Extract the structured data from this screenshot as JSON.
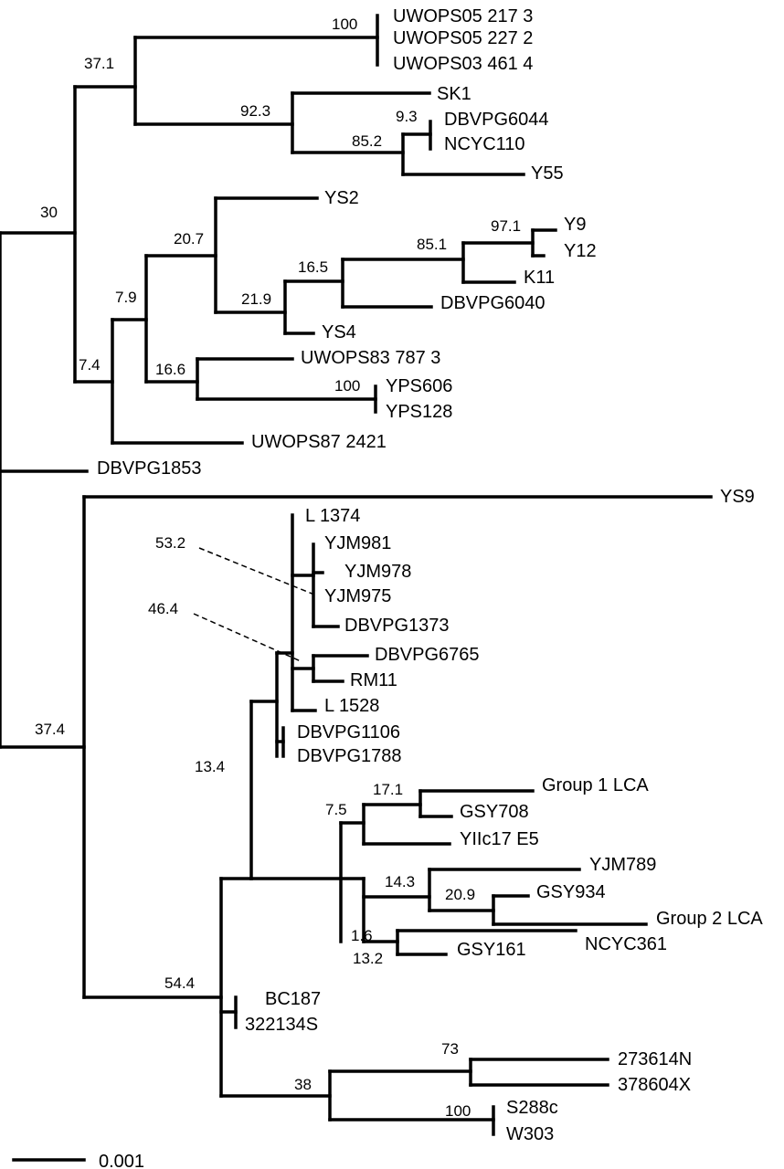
{
  "figure": {
    "type": "phylogenetic-tree",
    "scale_bar_label": "0.001"
  },
  "colors": {
    "default": "#000000",
    "new_isolate": "#d2372b",
    "ancestral": "#a855a0"
  },
  "tips": {
    "uwops05_217_3": "UWOPS05 217  3",
    "uwops05_227_2": "UWOPS05 227  2",
    "uwops03_461_4": "UWOPS03 461  4",
    "sk1": "SK1",
    "dbvpg6044": "DBVPG6044",
    "ncyc110": "NCYC110",
    "y55": "Y55",
    "ys2": "YS2",
    "y9": "Y9",
    "y12": "Y12",
    "k11": "K11",
    "dbvpg6040": "DBVPG6040",
    "ys4": "YS4",
    "uwops83_787_3": "UWOPS83  787  3",
    "yps606": "YPS606",
    "yps128": "YPS128",
    "uwops87_2421": "UWOPS87  2421",
    "dbvpg1853": "DBVPG1853",
    "ys9": "YS9",
    "l1374": "L  1374",
    "yjm981": "YJM981",
    "yjm978": "YJM978",
    "yjm975": "YJM975",
    "dbvpg1373": "DBVPG1373",
    "dbvpg6765": "DBVPG6765",
    "rm11": "RM11",
    "l1528": "L  1528",
    "dbvpg1106": "DBVPG1106",
    "dbvpg1788": "DBVPG1788",
    "group1_lca": "Group 1 LCA",
    "gsy708": "GSY708",
    "yiic17_e5": "YIIc17 E5",
    "yjm789": "YJM789",
    "gsy934": "GSY934",
    "group2_lca": "Group 2 LCA",
    "ncyc361": "NCYC361",
    "gsy161": "GSY161",
    "bc187": "BC187",
    "s322134s": "322134S",
    "n273614": "273614N",
    "x378604": "378604X",
    "s288c": "S288c",
    "w303": "W303"
  },
  "support": {
    "uwops_clade": "100",
    "upper_clade": "37.1",
    "sk1_clade": "92.3",
    "dbvpg6044_ncyc110": "9.3",
    "ncyc_y55": "85.2",
    "top_clade": "30",
    "ys2_clade": "20.7",
    "y9_y12": "97.1",
    "y9_k11": "85.1",
    "k11_dbvpg6040": "16.5",
    "ys4_clade": "21.9",
    "mid_clade": "7.9",
    "uwops83_clade": "16.6",
    "yps_clade": "100",
    "uwops87_clade": "7.4",
    "node_53_2": "53.2",
    "node_46_4": "46.4",
    "wine_clade": "13.4",
    "group1_gsy708": "17.1",
    "group1_clade": "7.5",
    "yjm789_clade": "14.3",
    "gsy934_group2": "20.9",
    "gsy161_clade": "13.2",
    "lower_mid": "1.6",
    "bottom_clade": "37.4",
    "bc187_clade": "54.4",
    "n273614_x378604": "73",
    "s288c_w303": "100",
    "lab_clade": "38"
  }
}
